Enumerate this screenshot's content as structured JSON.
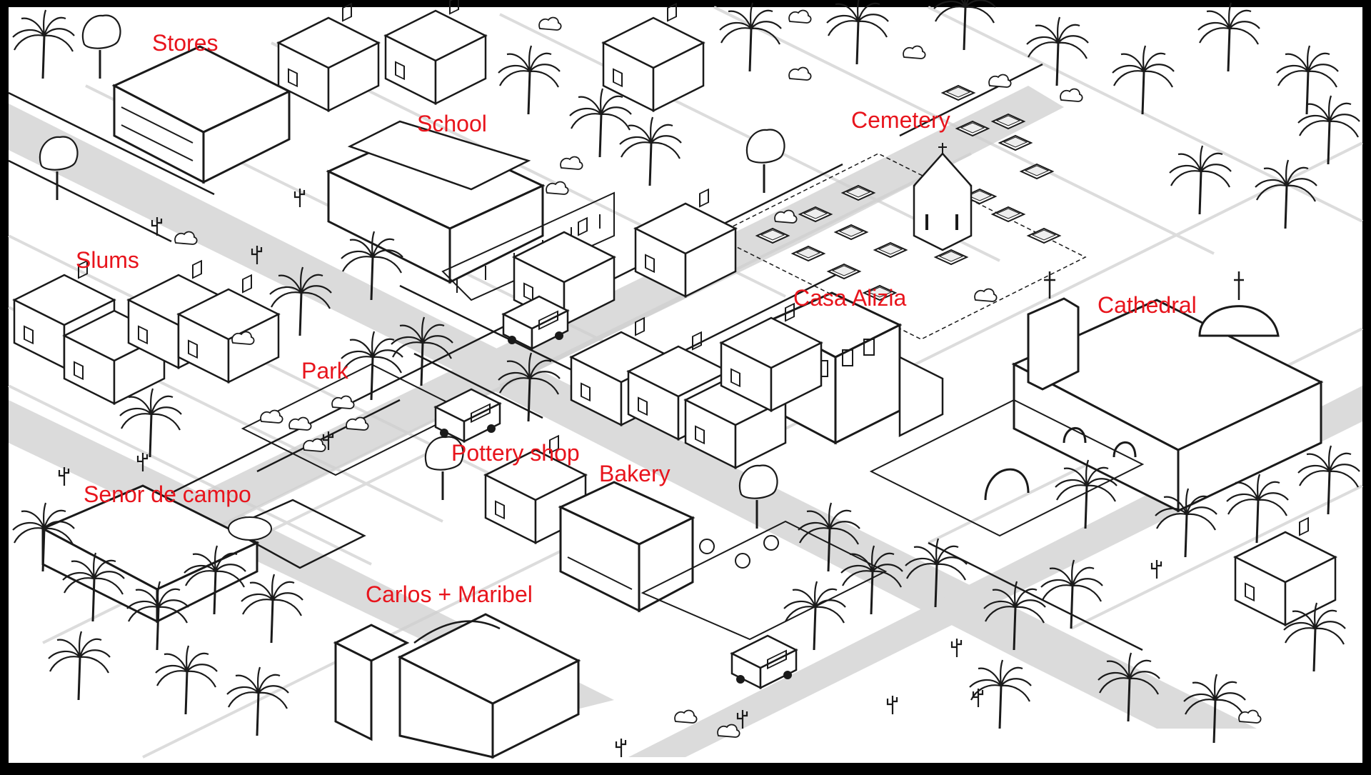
{
  "labels": [
    {
      "id": "stores",
      "text": "Stores"
    },
    {
      "id": "school",
      "text": "School"
    },
    {
      "id": "cemetery",
      "text": "Cemetery"
    },
    {
      "id": "slums",
      "text": "Slums"
    },
    {
      "id": "casa_alizia",
      "text": "Casa Alizia"
    },
    {
      "id": "cathedral",
      "text": "Cathedral"
    },
    {
      "id": "park",
      "text": "Park"
    },
    {
      "id": "pottery_shop",
      "text": "Pottery shop"
    },
    {
      "id": "bakery",
      "text": "Bakery"
    },
    {
      "id": "senor_de_campo",
      "text": "Senor de campo"
    },
    {
      "id": "carlos_maribel",
      "text": "Carlos + Maribel"
    }
  ],
  "colors": {
    "label": "#e8141c",
    "ink": "#1a1a1a",
    "paper": "#ffffff",
    "frame": "#000000",
    "road_shadow": "#cfcfcf",
    "grid": "#dcdcdc"
  }
}
